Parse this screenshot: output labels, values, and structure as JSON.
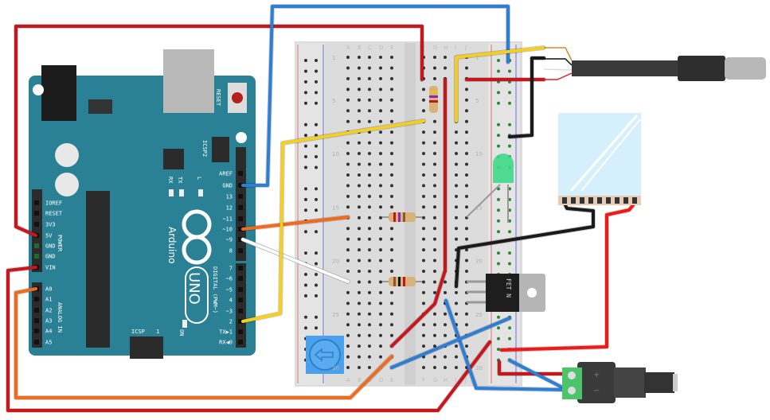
{
  "arduino": {
    "brand": "Arduino",
    "model": "UNO",
    "reset_label": "RESET",
    "icsp2_label": "ICSP2",
    "icsp_label": "ICSP",
    "icsp_pin1": "1",
    "tx_label": "TX",
    "rx_label": "RX",
    "l_label": "L",
    "on_label": "ON",
    "digital_label": "DIGITAL (PWM~)",
    "power_label": "POWER",
    "analog_label": "ANALOG IN",
    "digital_pins": [
      "AREF",
      "GND",
      "13",
      "12",
      "~11",
      "~10",
      "~9",
      "8",
      "7",
      "~6",
      "~5",
      "4",
      "~3",
      "2",
      "TX▶1",
      "RX◀0"
    ],
    "power_pins": [
      "IOREF",
      "RESET",
      "3V3",
      "5V",
      "GND",
      "GND",
      "VIN"
    ],
    "analog_pins": [
      "A0",
      "A1",
      "A2",
      "A3",
      "A4",
      "A5"
    ],
    "board_color": "#2a8196"
  },
  "breadboard": {
    "columns_left": [
      "A",
      "B",
      "C",
      "D",
      "E"
    ],
    "columns_right": [
      "F",
      "G",
      "H",
      "I",
      "J"
    ],
    "row_numbers": [
      "1",
      "5",
      "10",
      "15",
      "20",
      "25",
      "30"
    ]
  },
  "components": {
    "fet_label": "FET N",
    "dc_jack_plus": "+",
    "dc_jack_minus": "−"
  },
  "wire_colors": {
    "red": "#c8161d",
    "blue": "#2d7fd6",
    "yellow": "#f5cf1f",
    "orange": "#f26b1d",
    "black": "#1a1a1a",
    "white": "#ffffff",
    "bright_red": "#f21818"
  }
}
